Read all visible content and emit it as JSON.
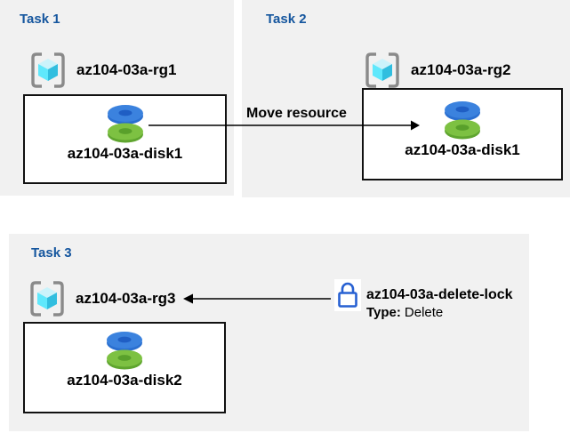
{
  "tasks": [
    {
      "title": "Task 1",
      "resource_group": "az104-03a-rg1",
      "resource": "az104-03a-disk1"
    },
    {
      "title": "Task 2",
      "resource_group": "az104-03a-rg2",
      "resource": "az104-03a-disk1"
    },
    {
      "title": "Task 3",
      "resource_group": "az104-03a-rg3",
      "resource": "az104-03a-disk2"
    }
  ],
  "move_arrow": {
    "label": "Move resource"
  },
  "lock": {
    "name": "az104-03a-delete-lock",
    "type_label": "Type:",
    "type_value": "Delete"
  },
  "icons": {
    "resource_group": "resource-group-icon",
    "disk": "managed-disk-icon",
    "lock": "lock-icon"
  },
  "colors": {
    "panel_background": "#f1f1f1",
    "task_title_blue": "#15569e",
    "disk_blue": "#3b82de",
    "disk_blue_dark": "#1f5ec4",
    "disk_green": "#7dc142",
    "disk_green_dark": "#59a02b",
    "cube_top": "#cbf3fb",
    "cube_left": "#5fe8fc",
    "cube_right": "#31bedf",
    "bracket_gray": "#8a8a8a",
    "lock_blue": "#2760d2",
    "arrow_black": "#000000"
  }
}
